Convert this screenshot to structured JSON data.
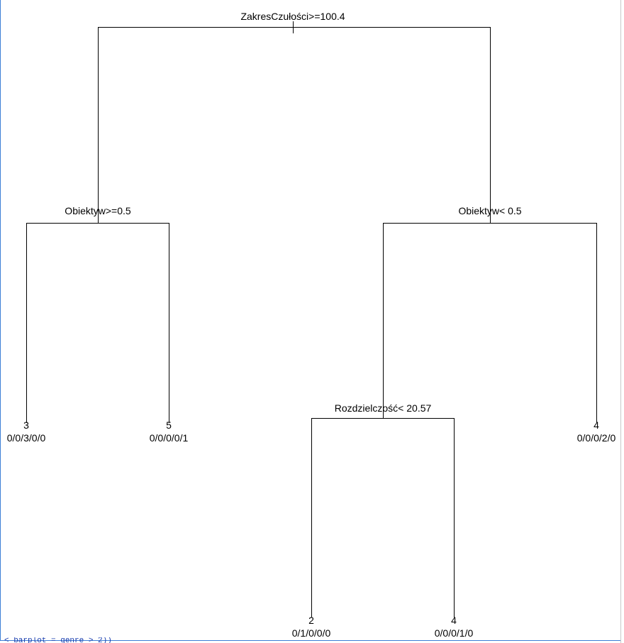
{
  "tree": {
    "root": {
      "split": "ZakresCzułości>=100.4"
    },
    "left": {
      "split": "Obiektyw>=0.5"
    },
    "right": {
      "split": "Obiektyw< 0.5"
    },
    "right_left": {
      "split": "Rozdzielczość< 20.57"
    },
    "leaves": [
      {
        "class": "3",
        "counts": "0/0/3/0/0"
      },
      {
        "class": "5",
        "counts": "0/0/0/0/1"
      },
      {
        "class": "2",
        "counts": "0/1/0/0/0"
      },
      {
        "class": "4",
        "counts": "0/0/0/1/0"
      },
      {
        "class": "4",
        "counts": "0/0/0/2/0"
      }
    ]
  },
  "background_code": "< barplot = genre > 2))"
}
